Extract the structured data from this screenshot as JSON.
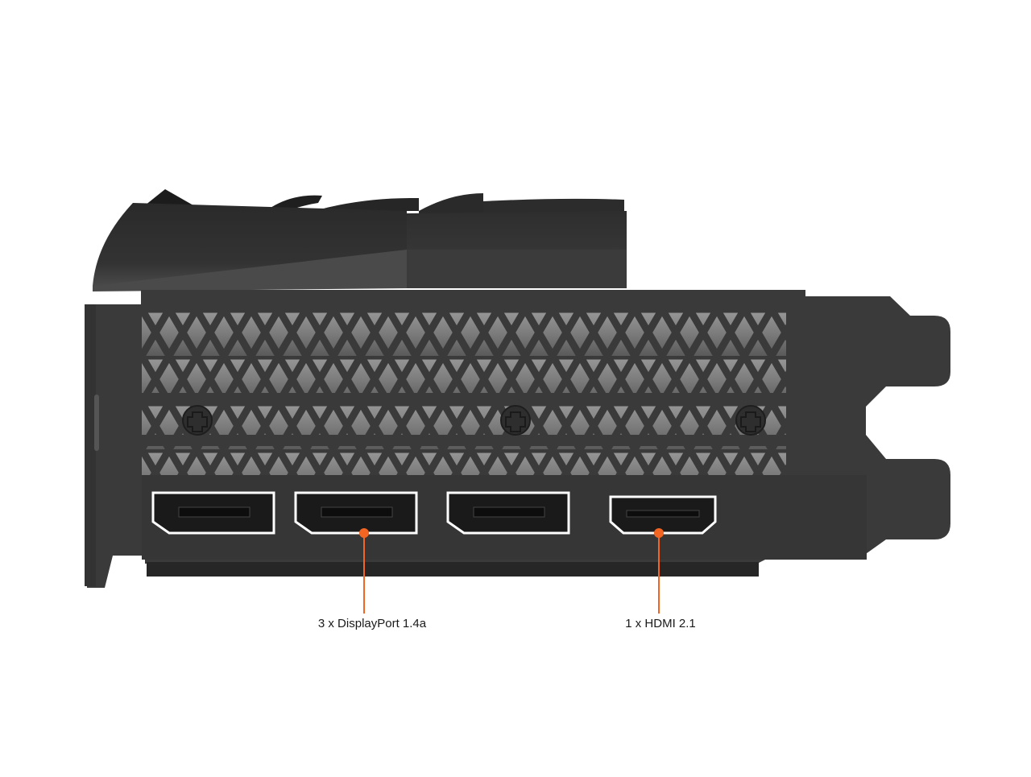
{
  "product": {
    "subject": "graphics-card-io-bracket",
    "colors": {
      "bracket": "#3a3a3a",
      "shroud_dark": "#2b2b2b",
      "shroud_mid": "#4a4a4a",
      "heatsink": "#8c8c8c",
      "port_outline": "#ffffff",
      "port_body": "#1a1a1a",
      "accent": "#f26522",
      "background": "#ffffff"
    }
  },
  "annotations": [
    {
      "id": "displayport",
      "label": "3 x DisplayPort 1.4a",
      "port_count": 3,
      "port_type": "DisplayPort",
      "version": "1.4a"
    },
    {
      "id": "hdmi",
      "label": "1 x HDMI 2.1",
      "port_count": 1,
      "port_type": "HDMI",
      "version": "2.1"
    }
  ],
  "ports": [
    {
      "type": "displayport",
      "index": 1
    },
    {
      "type": "displayport",
      "index": 2
    },
    {
      "type": "displayport",
      "index": 3
    },
    {
      "type": "hdmi",
      "index": 1
    }
  ]
}
